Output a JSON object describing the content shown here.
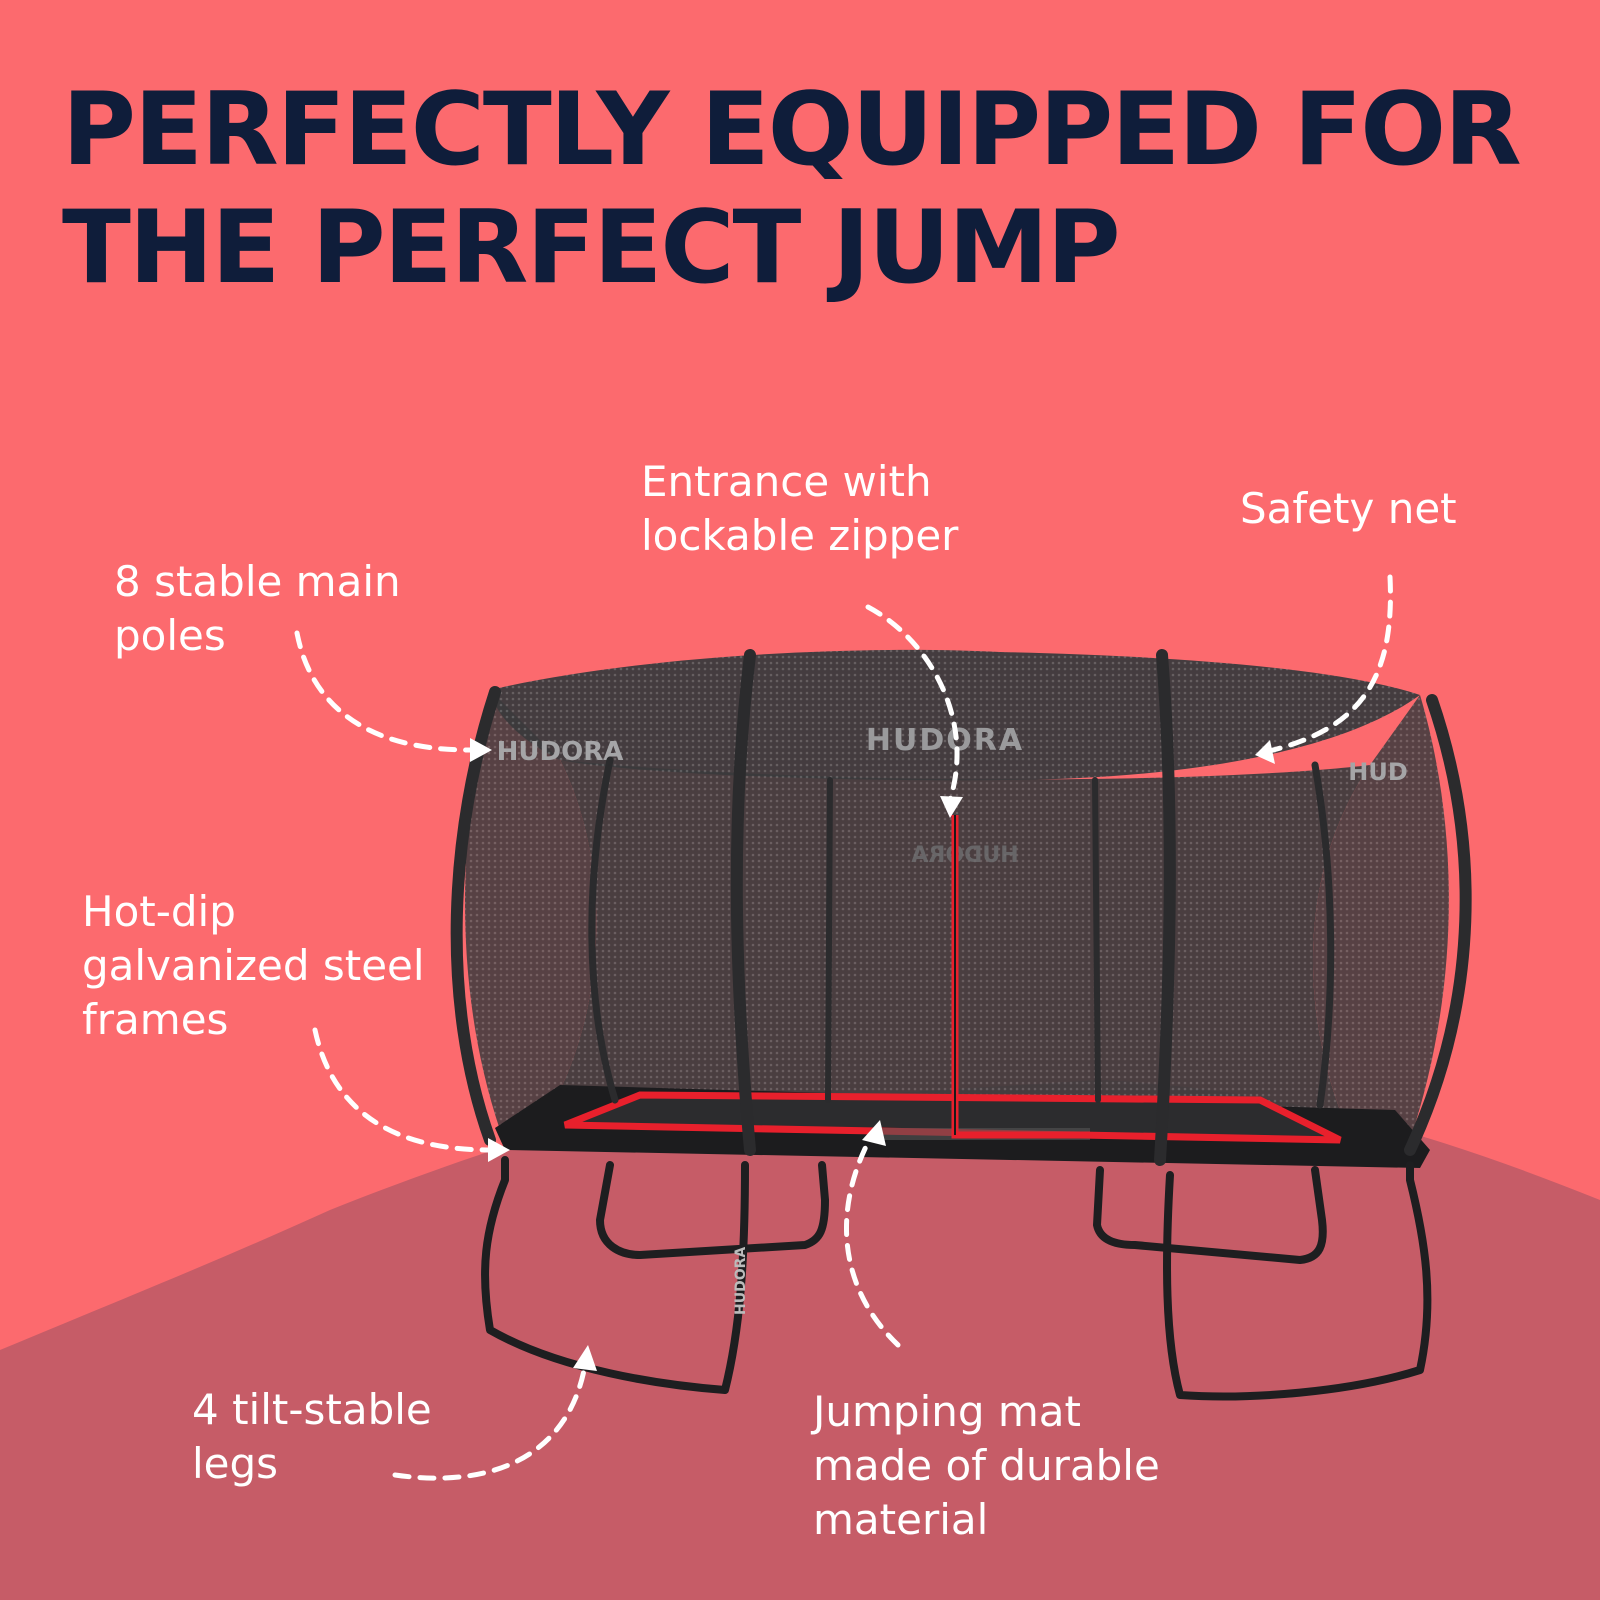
{
  "headline": {
    "line1": "PERFECTLY EQUIPPED FOR",
    "line2": "THE PERFECT JUMP"
  },
  "colors": {
    "background": "#fc6a6e",
    "ground": "#c65c67",
    "headline": "#0f1d3a",
    "callout_text": "#ffffff",
    "net": "#3b3b3d",
    "frame": "#1c1c1e",
    "accent": "#e8202c"
  },
  "product": {
    "brand": "HUDORA"
  },
  "callouts": {
    "entrance": [
      "Entrance with",
      "lockable zipper"
    ],
    "safety_net": [
      "Safety net"
    ],
    "poles": [
      "8 stable main",
      "poles"
    ],
    "frames": [
      "Hot-dip",
      "galvanized steel",
      "frames"
    ],
    "legs": [
      "4 tilt-stable",
      "legs"
    ],
    "mat": [
      "Jumping mat",
      "made of durable",
      "material"
    ]
  }
}
